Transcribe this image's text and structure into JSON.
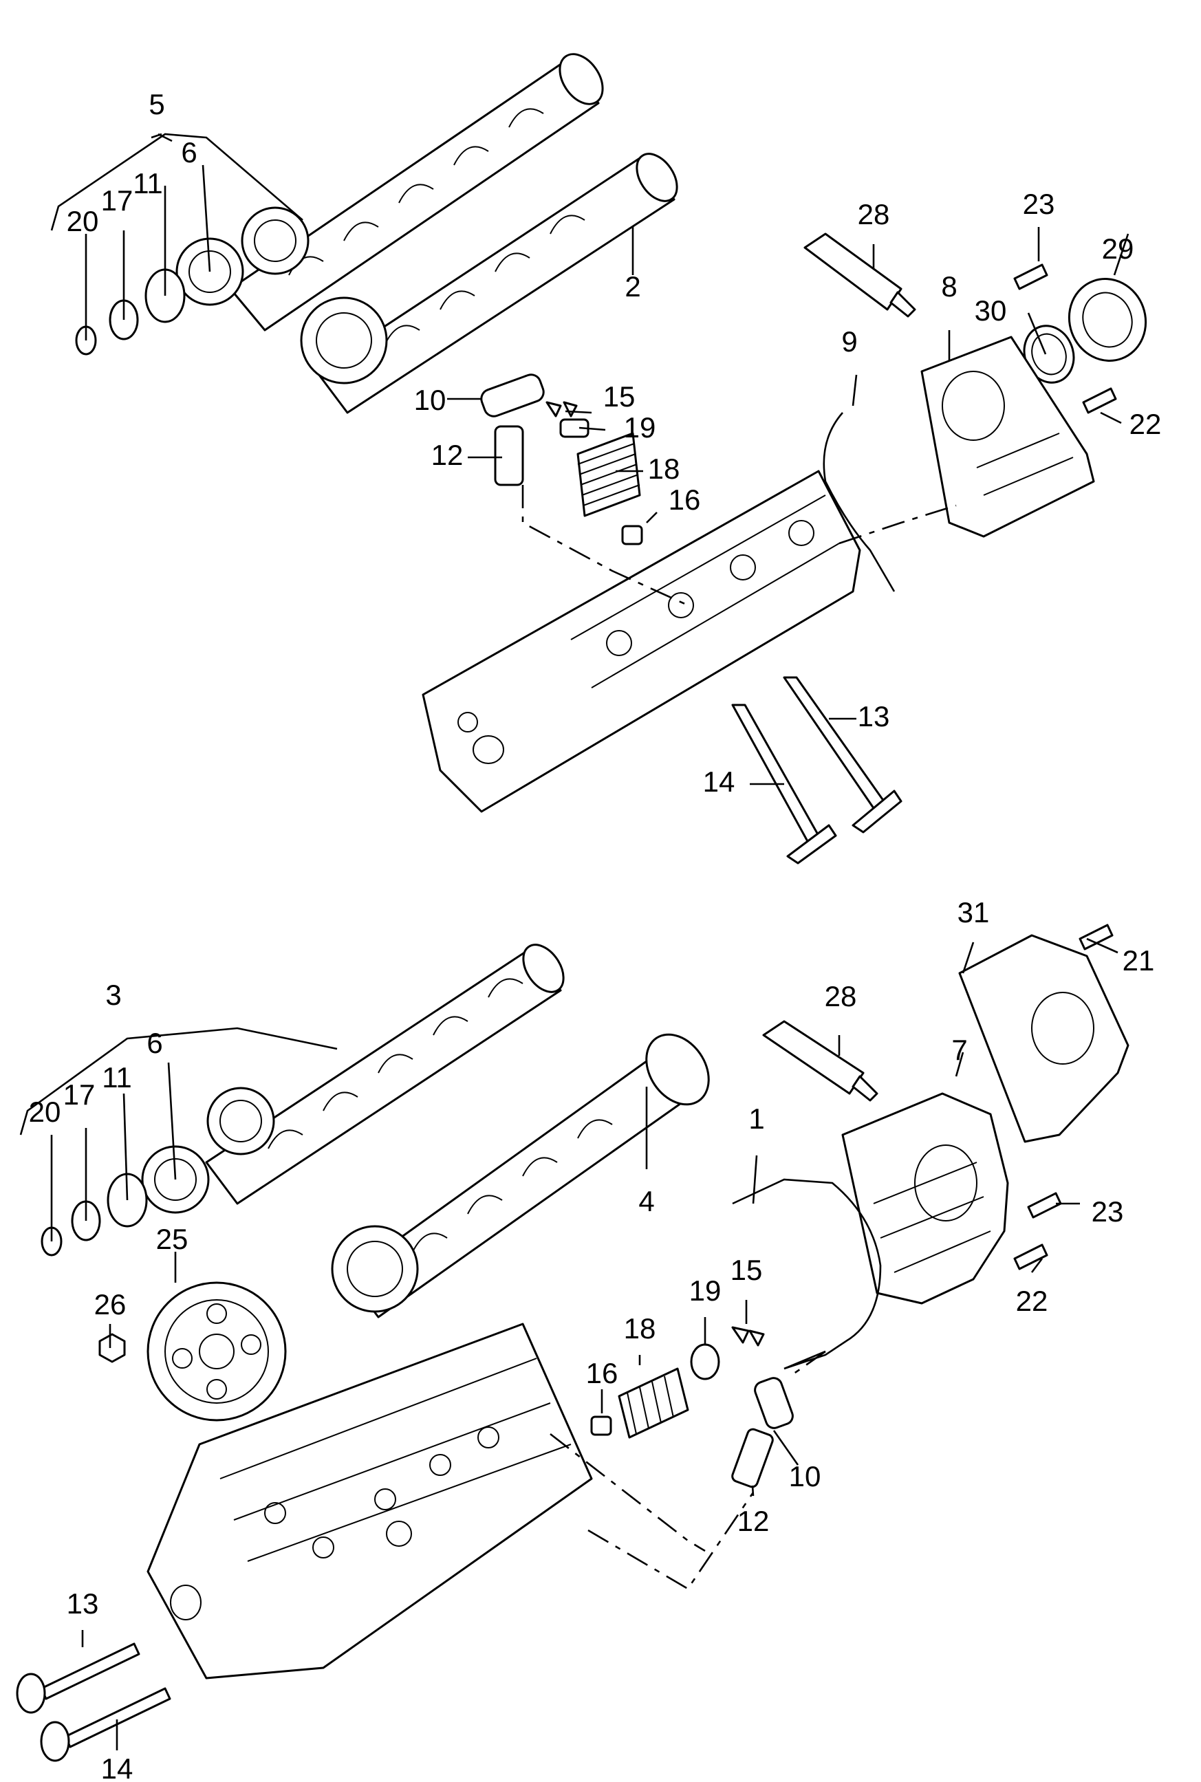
{
  "diagram": {
    "upper_assembly": {
      "labels": [
        "5",
        "6",
        "11",
        "17",
        "20",
        "2",
        "28",
        "23",
        "29",
        "8",
        "30",
        "9",
        "22",
        "10",
        "15",
        "19",
        "12",
        "18",
        "16",
        "13",
        "14"
      ]
    },
    "lower_assembly": {
      "labels": [
        "3",
        "6",
        "11",
        "17",
        "20",
        "31",
        "21",
        "28",
        "7",
        "4",
        "1",
        "23",
        "22",
        "25",
        "26",
        "15",
        "19",
        "18",
        "16",
        "10",
        "12",
        "13",
        "14"
      ]
    }
  }
}
